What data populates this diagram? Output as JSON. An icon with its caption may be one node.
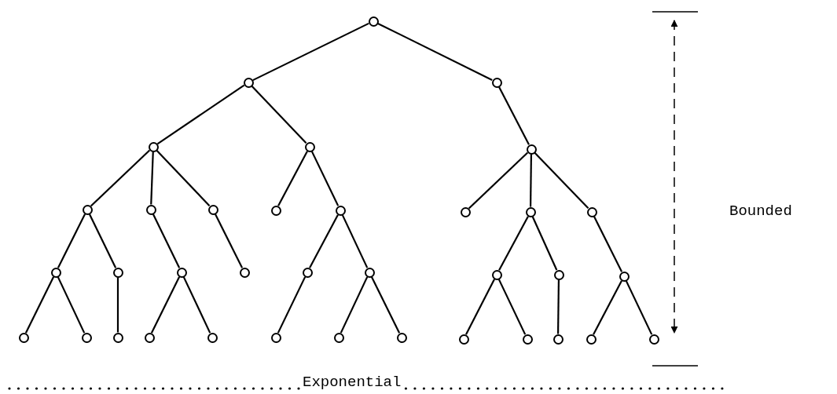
{
  "diagram": {
    "nodes": [
      {
        "text": [],
        "shape": "circle"
      },
      {
        "text": [],
        "shape": "circle"
      },
      {
        "text": [],
        "shape": "circle"
      },
      {
        "text": [],
        "shape": "circle"
      },
      {
        "text": [],
        "shape": "circle"
      },
      {
        "text": [],
        "shape": "circle"
      },
      {
        "text": [],
        "shape": "circle"
      },
      {
        "text": [],
        "shape": "circle"
      },
      {
        "text": [],
        "shape": "circle"
      },
      {
        "text": [],
        "shape": "circle"
      },
      {
        "text": [],
        "shape": "circle"
      },
      {
        "text": [],
        "shape": "circle"
      },
      {
        "text": [],
        "shape": "circle"
      },
      {
        "text": [],
        "shape": "circle"
      },
      {
        "text": [],
        "shape": "circle"
      },
      {
        "text": [],
        "shape": "circle"
      },
      {
        "text": [],
        "shape": "circle"
      },
      {
        "text": [],
        "shape": "circle"
      },
      {
        "text": [],
        "shape": "circle"
      },
      {
        "text": [],
        "shape": "circle"
      },
      {
        "text": [],
        "shape": "circle"
      },
      {
        "text": [],
        "shape": "circle"
      },
      {
        "text": [],
        "shape": "circle"
      },
      {
        "text": [],
        "shape": "circle"
      },
      {
        "text": [],
        "shape": "circle"
      },
      {
        "text": [],
        "shape": "circle"
      },
      {
        "text": [],
        "shape": "circle"
      },
      {
        "text": [],
        "shape": "circle"
      },
      {
        "text": [],
        "shape": "circle"
      },
      {
        "text": [],
        "shape": "circle"
      },
      {
        "text": [],
        "shape": "circle"
      },
      {
        "text": [],
        "shape": "circle"
      },
      {
        "text": [],
        "shape": "circle"
      },
      {
        "text": [],
        "shape": "circle"
      },
      {
        "text": [],
        "shape": "circle"
      },
      {
        "text": [],
        "shape": "circle"
      }
    ],
    "edges": [
      {
        "from": 0,
        "to": 1,
        "arrow": "none"
      },
      {
        "from": 0,
        "to": 2,
        "arrow": "none"
      },
      {
        "from": 1,
        "to": 3,
        "arrow": "none"
      },
      {
        "from": 1,
        "to": 4,
        "arrow": "none"
      },
      {
        "from": 2,
        "to": 5,
        "arrow": "none"
      },
      {
        "from": 3,
        "to": 6,
        "arrow": "none"
      },
      {
        "from": 3,
        "to": 7,
        "arrow": "none"
      },
      {
        "from": 3,
        "to": 8,
        "arrow": "none"
      },
      {
        "from": 4,
        "to": 9,
        "arrow": "none"
      },
      {
        "from": 4,
        "to": 10,
        "arrow": "none"
      },
      {
        "from": 5,
        "to": 11,
        "arrow": "none"
      },
      {
        "from": 5,
        "to": 12,
        "arrow": "none"
      },
      {
        "from": 5,
        "to": 13,
        "arrow": "none"
      },
      {
        "from": 6,
        "to": 14,
        "arrow": "none"
      },
      {
        "from": 6,
        "to": 15,
        "arrow": "none"
      },
      {
        "from": 7,
        "to": 16,
        "arrow": "none"
      },
      {
        "from": 8,
        "to": 17,
        "arrow": "none"
      },
      {
        "from": 10,
        "to": 18,
        "arrow": "none"
      },
      {
        "from": 10,
        "to": 19,
        "arrow": "none"
      },
      {
        "from": 12,
        "to": 20,
        "arrow": "none"
      },
      {
        "from": 12,
        "to": 21,
        "arrow": "none"
      },
      {
        "from": 13,
        "to": 22,
        "arrow": "none"
      },
      {
        "from": 14,
        "to": 23,
        "arrow": "none"
      },
      {
        "from": 14,
        "to": 24,
        "arrow": "none"
      },
      {
        "from": 15,
        "to": 25,
        "arrow": "none"
      },
      {
        "from": 16,
        "to": 26,
        "arrow": "none"
      },
      {
        "from": 16,
        "to": 27,
        "arrow": "none"
      },
      {
        "from": 18,
        "to": 28,
        "arrow": "none"
      },
      {
        "from": 19,
        "to": 29,
        "arrow": "none"
      },
      {
        "from": 19,
        "to": 30,
        "arrow": "none"
      },
      {
        "from": 20,
        "to": 31,
        "arrow": "none"
      },
      {
        "from": 20,
        "to": 32,
        "arrow": "none"
      },
      {
        "from": 21,
        "to": 33,
        "arrow": "none"
      },
      {
        "from": 22,
        "to": 34,
        "arrow": "none"
      },
      {
        "from": 22,
        "to": 35,
        "arrow": "none"
      }
    ],
    "labels": [
      "Bounded",
      "Exponential"
    ]
  }
}
